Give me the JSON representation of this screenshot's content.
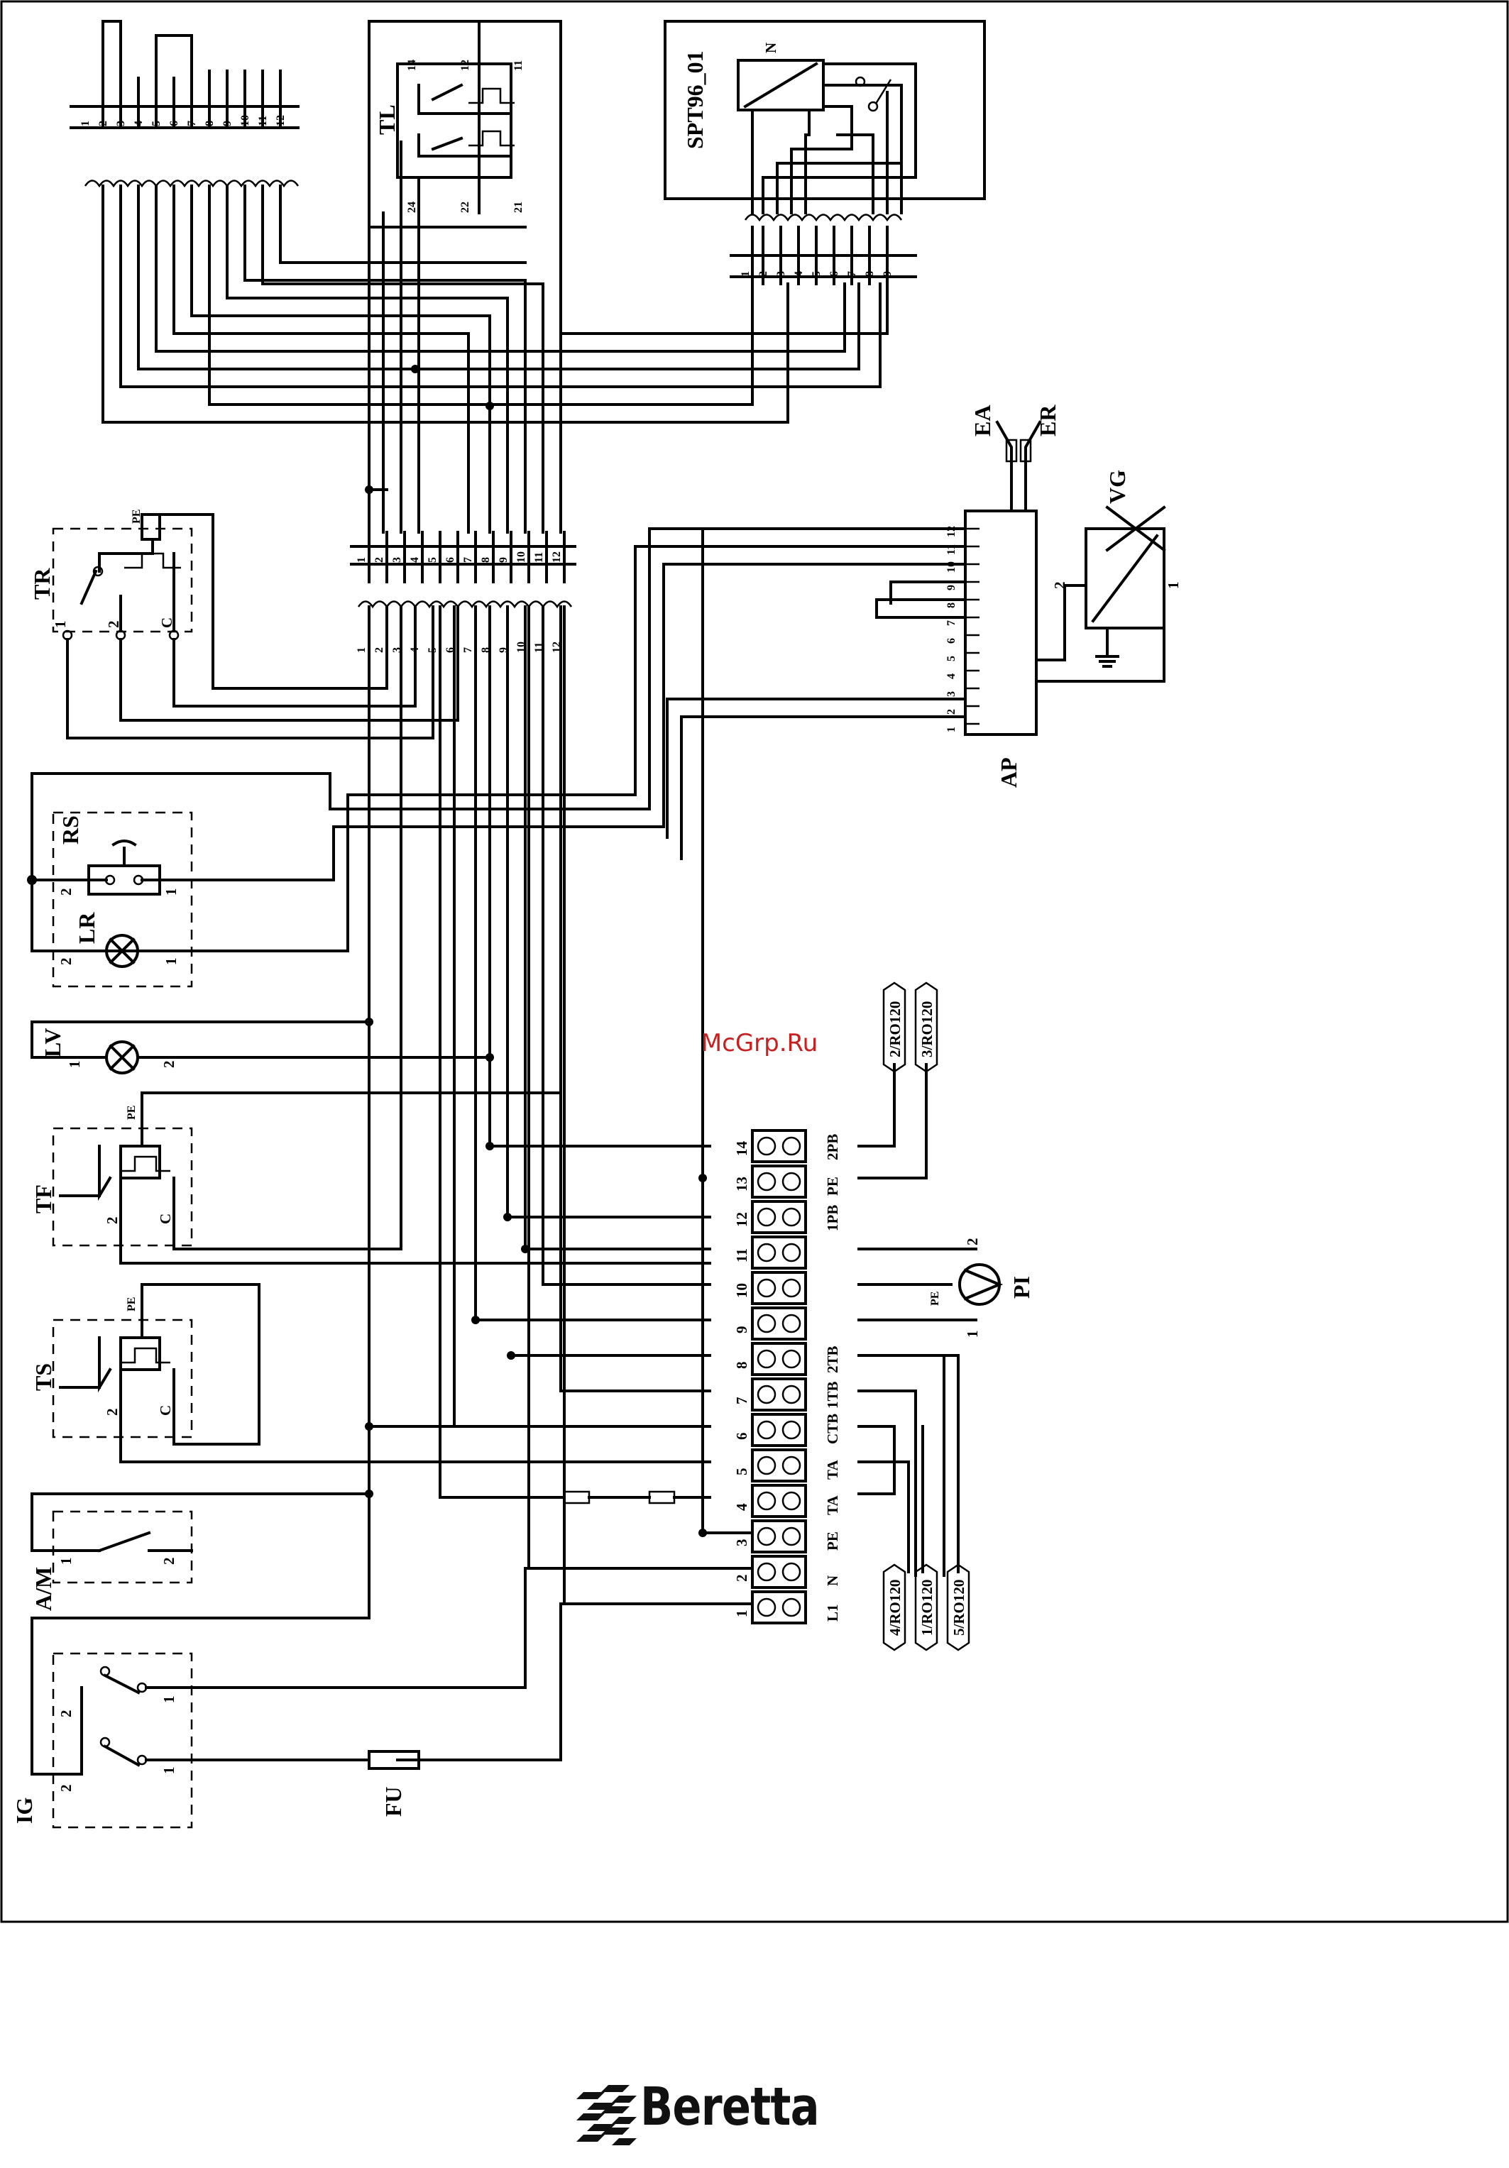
{
  "components": {
    "tl": "TL",
    "spt": "SPT96_01",
    "tr": "TR",
    "rs": "RS",
    "lr": "LR",
    "lv": "LV",
    "tf": "TF",
    "ts": "TS",
    "am": "A/M",
    "ig": "IG",
    "fu": "FU",
    "ap": "AP",
    "ea": "EA",
    "er": "ER",
    "vg": "VG",
    "pi": "PI"
  },
  "small_labels": {
    "pe": "PE",
    "n": "N",
    "c": "C",
    "one": "1",
    "two": "2",
    "pump_one": "1",
    "pump_two": "2"
  },
  "tl_pins": [
    "14",
    "12",
    "11",
    "24",
    "22",
    "21"
  ],
  "connector_numbers": [
    "1",
    "2",
    "3",
    "4",
    "5",
    "6",
    "7",
    "8",
    "9",
    "10",
    "11",
    "12"
  ],
  "spt_numbers": [
    "1",
    "2",
    "3",
    "4",
    "5",
    "6",
    "7",
    "8",
    "9"
  ],
  "ap_pins": [
    "12",
    "11",
    "10",
    "9",
    "8",
    "7",
    "6",
    "5",
    "4",
    "3",
    "2",
    "1"
  ],
  "terminal_numbers": [
    "14",
    "13",
    "12",
    "11",
    "10",
    "9",
    "8",
    "7",
    "6",
    "5",
    "4",
    "3",
    "2",
    "1"
  ],
  "terminal_functions": [
    "2PB",
    "PE",
    "1PB",
    "",
    "",
    "",
    "2TB",
    "1TB",
    "CTB",
    "TA",
    "TA",
    "PE",
    "N",
    "L1"
  ],
  "ro_refs_top": [
    "2/RO120",
    "3/RO120"
  ],
  "ro_refs_bottom": [
    "4/RO120",
    "1/RO120",
    "5/RO120"
  ],
  "watermark": "McGrp.Ru",
  "brand": "Beretta"
}
